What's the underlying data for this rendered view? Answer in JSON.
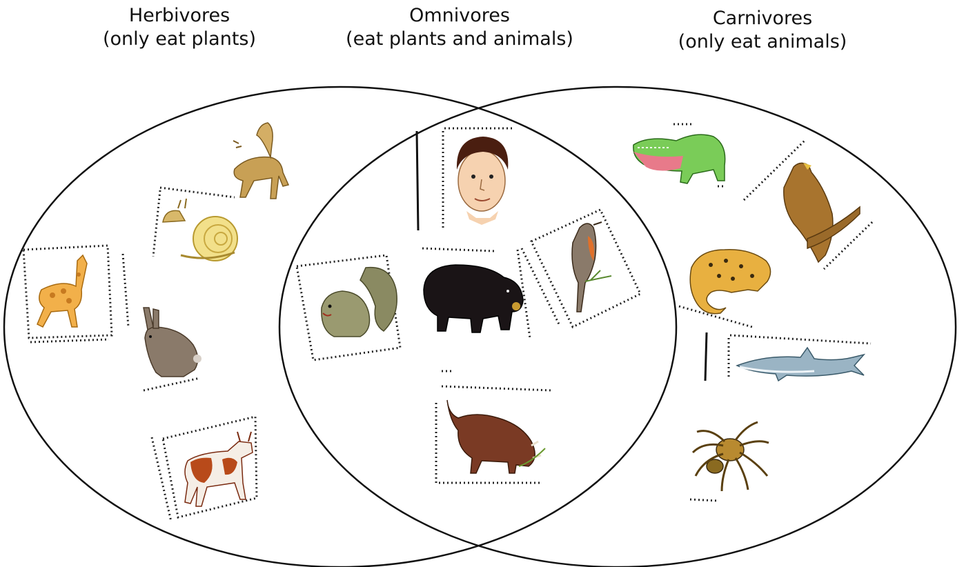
{
  "headings": {
    "herbivores": {
      "title": "Herbivores",
      "subtitle": "(only eat plants)"
    },
    "omnivores": {
      "title": "Omnivores",
      "subtitle": "(eat plants and animals)"
    },
    "carnivores": {
      "title": "Carnivores",
      "subtitle": "(only eat animals)"
    }
  },
  "groups": {
    "herbivores": [
      "dog",
      "snail",
      "giraffe",
      "rabbit",
      "cow"
    ],
    "omnivores": [
      "human",
      "squirrel",
      "bear",
      "bird",
      "warthog"
    ],
    "carnivores": [
      "crocodile",
      "eagle",
      "leopard",
      "shark",
      "spider"
    ]
  },
  "colors": {
    "outline": "#111111",
    "dotted_border": "#222222",
    "background": "#ffffff"
  }
}
